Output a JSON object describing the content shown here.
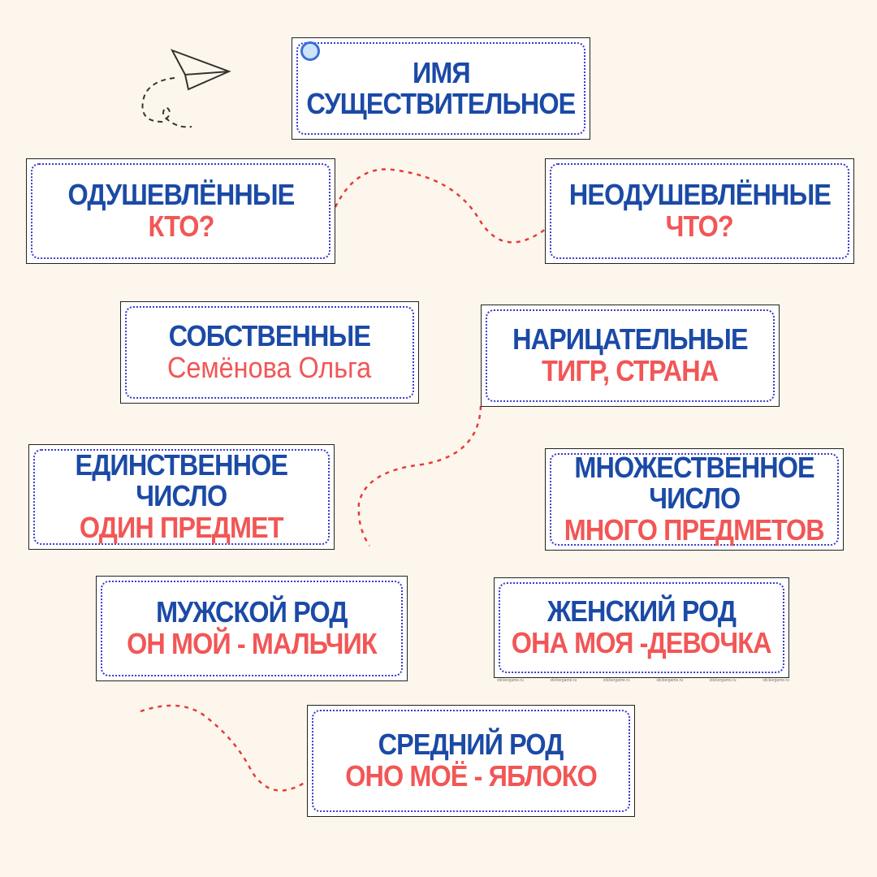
{
  "title": {
    "line1": "ИМЯ",
    "line2": "СУЩЕСТВИТЕЛЬНОЕ"
  },
  "cards": {
    "animate": {
      "title": "ОДУШЕВЛЁННЫЕ",
      "example": "КТО?"
    },
    "inanimate": {
      "title": "НЕОДУШЕВЛЁННЫЕ",
      "example": "ЧТО?"
    },
    "proper": {
      "title": "СОБСТВЕННЫЕ",
      "example": "Семёнова Ольга"
    },
    "common": {
      "title": "НАРИЦАТЕЛЬНЫЕ",
      "example": "ТИГР, СТРАНА"
    },
    "singular": {
      "title1": "ЕДИНСТВЕННОЕ",
      "title2": "ЧИСЛО",
      "example": "ОДИН ПРЕДМЕТ"
    },
    "plural": {
      "title1": "МНОЖЕСТВЕННОЕ",
      "title2": "ЧИСЛО",
      "example": "МНОГО ПРЕДМЕТОВ"
    },
    "masculine": {
      "title": "МУЖСКОЙ РОД",
      "example": "ОН МОЙ - МАЛЬЧИК"
    },
    "feminine": {
      "title": "ЖЕНСКИЙ РОД",
      "example": "ОНА МОЯ -ДЕВОЧКА"
    },
    "neuter": {
      "title": "СРЕДНИЙ РОД",
      "example": "ОНО МОЁ - ЯБЛОКО"
    }
  },
  "watermark": "stickergame.ru",
  "colors": {
    "background": "#fdf6ec",
    "blue": "#1b4aa6",
    "red": "#f25656",
    "dash": "#e63b3b"
  }
}
